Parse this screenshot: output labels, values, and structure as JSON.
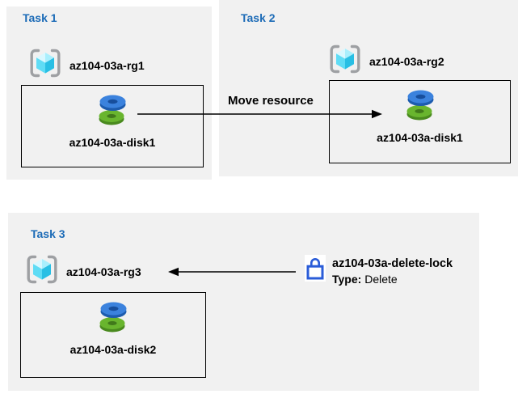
{
  "colors": {
    "panel_bg": "#F1F1F1",
    "title_blue": "#1C6BB7",
    "lock_blue": "#2A5CD8",
    "arrow_color": "#000000"
  },
  "tasks": [
    {
      "title": "Task 1",
      "resource_group": "az104-03a-rg1",
      "resource": "az104-03a-disk1"
    },
    {
      "title": "Task 2",
      "resource_group": "az104-03a-rg2",
      "resource": "az104-03a-disk1"
    },
    {
      "title": "Task 3",
      "resource_group": "az104-03a-rg3",
      "resource": "az104-03a-disk2"
    }
  ],
  "move_arrow": {
    "label": "Move resource"
  },
  "lock": {
    "name": "az104-03a-delete-lock",
    "type_label": "Type:",
    "type_value": "Delete"
  },
  "icons": {
    "resource_group": "resource-group-icon",
    "disk": "disk-icon",
    "lock": "lock-icon"
  }
}
